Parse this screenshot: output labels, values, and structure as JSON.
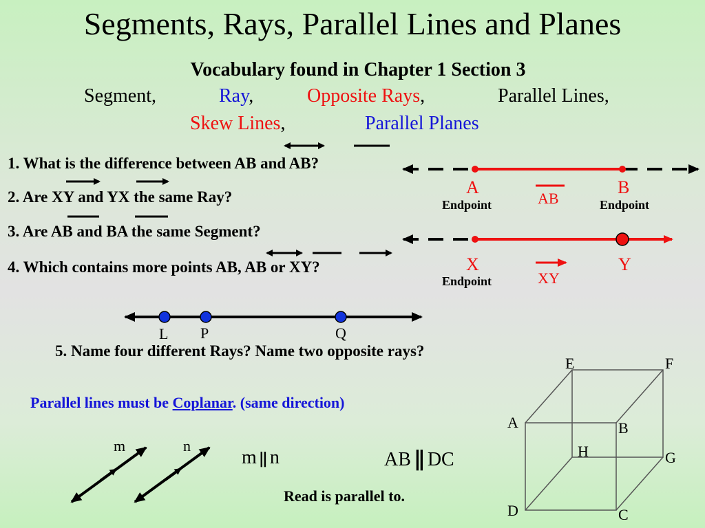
{
  "title": "Segments, Rays, Parallel Lines and Planes",
  "subtitle": "Vocabulary found in Chapter 1 Section 3",
  "vocab": {
    "segment": "Segment,",
    "ray": "Ray",
    "ray_comma": ",",
    "opposite_rays": "Opposite Rays",
    "opposite_comma": ",",
    "parallel_lines": "Parallel Lines,",
    "skew_lines": "Skew Lines",
    "skew_comma": ",",
    "parallel_planes": "Parallel Planes"
  },
  "questions": {
    "q1": "1. What is the difference between AB and AB?",
    "q2": "2.  Are XY and YX the same Ray?",
    "q3": "3.  Are AB and BA the same Segment?",
    "q4": "4.  Which contains more points AB, AB or XY?",
    "q5": "5.  Name four different Rays? Name two opposite rays?"
  },
  "figure1": {
    "point_a": "A",
    "point_b": "B",
    "endpoint_a": "Endpoint",
    "endpoint_b": "Endpoint",
    "segment_label": "AB"
  },
  "figure2": {
    "point_x": "X",
    "point_y": "Y",
    "endpoint_x": "Endpoint",
    "ray_label": "XY"
  },
  "figure3": {
    "point_l": "L",
    "point_p": "P",
    "point_q": "Q"
  },
  "parallel": {
    "note_prefix": "Parallel lines must be ",
    "note_link": "Coplanar",
    "note_suffix": ". (same direction)",
    "line_m": "m",
    "line_n": "n",
    "mn_m": "m",
    "mn_n": "n",
    "ab": "AB",
    "dc": "DC",
    "read": "Read is parallel to."
  },
  "cube": {
    "e": "E",
    "f": "F",
    "a": "A",
    "b": "B",
    "h": "H",
    "g": "G",
    "d": "D",
    "c": "C"
  },
  "colors": {
    "red": "#ee1111",
    "blue": "#1515d8",
    "point_blue": "#1133dd"
  }
}
